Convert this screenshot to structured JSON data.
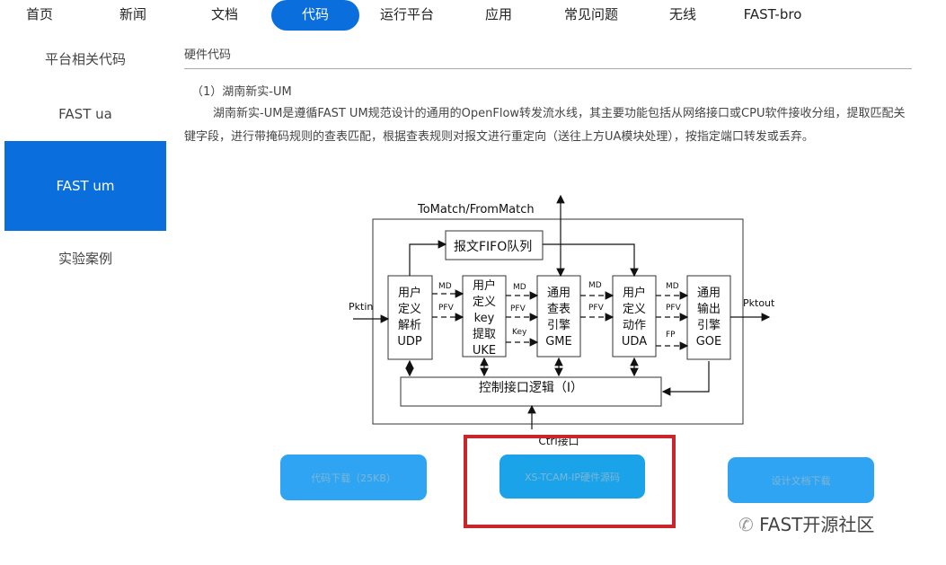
{
  "nav": {
    "items": [
      "首页",
      "新闻",
      "文档",
      "代码",
      "运行平台",
      "应用",
      "常见问题",
      "无线",
      "FAST-bro"
    ],
    "active": "代码"
  },
  "sidebar": {
    "items": [
      "平台相关代码",
      "FAST ua",
      "FAST um",
      "实验案例"
    ],
    "active": "FAST um"
  },
  "breadcrumb": "硬件代码",
  "section_title": "（1）湖南新实-UM",
  "paragraph": "湖南新实-UM是遵循FAST UM规范设计的通用的OpenFlow转发流水线，其主要功能包括从网络接口或CPU软件接收分组，提取匹配关键字段，进行带掩码规则的查表匹配，根据查表规则对报文进行重定向（送往上方UA模块处理），按指定端口转发或丢弃。",
  "diagram": {
    "top_label": "ToMatch/FromMatch",
    "fifo": "报文FIFO队列",
    "pktin": "Pktin",
    "pktout": "Pktout",
    "blocks": [
      [
        "用户",
        "定义",
        "解析",
        "UDP"
      ],
      [
        "用户",
        "定义",
        "key",
        "提取",
        "UKE"
      ],
      [
        "通用",
        "查表",
        "引擎",
        "GME"
      ],
      [
        "用户",
        "定义",
        "动作",
        "UDA"
      ],
      [
        "通用",
        "输出",
        "引擎",
        "GOE"
      ]
    ],
    "signals": {
      "md": "MD",
      "pfv": "PFV",
      "key": "Key",
      "fp": "FP"
    },
    "control": "控制接口逻辑（I）",
    "ctrl_port": "Ctrl接口"
  },
  "buttons": {
    "download_code": "代码下载（25KB）",
    "tcam_source": "XS-TCAM-IP硬件源码",
    "design_doc": "设计文档下载"
  },
  "watermark": "FAST开源社区"
}
